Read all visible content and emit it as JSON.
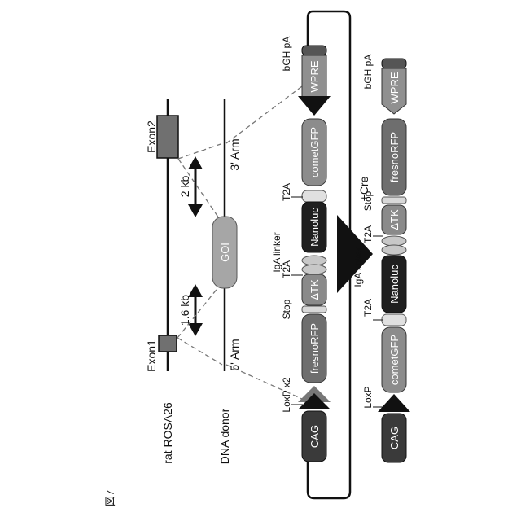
{
  "figure_label": "図7",
  "rows": {
    "rat_rosa26": "rat ROSA26",
    "dna_donor": "DNA donor"
  },
  "exons": {
    "exon1": "Exon1",
    "exon2": "Exon2"
  },
  "arms": {
    "arm5": "5' Arm",
    "arm3": "3' Arm"
  },
  "distances": {
    "d1": "1.6 kb",
    "d2": "2 kb"
  },
  "goi": "GOI",
  "cre": "+Cre",
  "before": {
    "cag": "CAG",
    "loxp": "LoxP x2",
    "fresno": "fresnoRFP",
    "stop": "Stop",
    "dtk": "ΔTK",
    "t2a_1": "T2A",
    "iga": "IgA linker",
    "nanoluc": "Nanoluc",
    "t2a_2": "T2A",
    "comet": "cometGFP",
    "wpre": "WPRE",
    "bgh": "bGH pA"
  },
  "after": {
    "cag": "CAG",
    "loxp": "LoxP",
    "comet": "cometGFP",
    "t2a_1": "T2A",
    "nanoluc": "Nanoluc",
    "iga": "IgA linker",
    "t2a_2": "T2A",
    "dtk": "ΔTK",
    "stop": "Stop",
    "fresno": "fresnoRFP",
    "wpre": "WPRE",
    "bgh": "bGH pA"
  },
  "colors": {
    "cag": "#3a3a3a",
    "fresno": "#6e6e6e",
    "dtk": "#8a8a8a",
    "nanoluc": "#1f1f1f",
    "comet": "#8c8c8c",
    "wpre": "#909090",
    "link": "#c8c8c8",
    "exon": "#707070",
    "goi": "#a6a6a6"
  }
}
